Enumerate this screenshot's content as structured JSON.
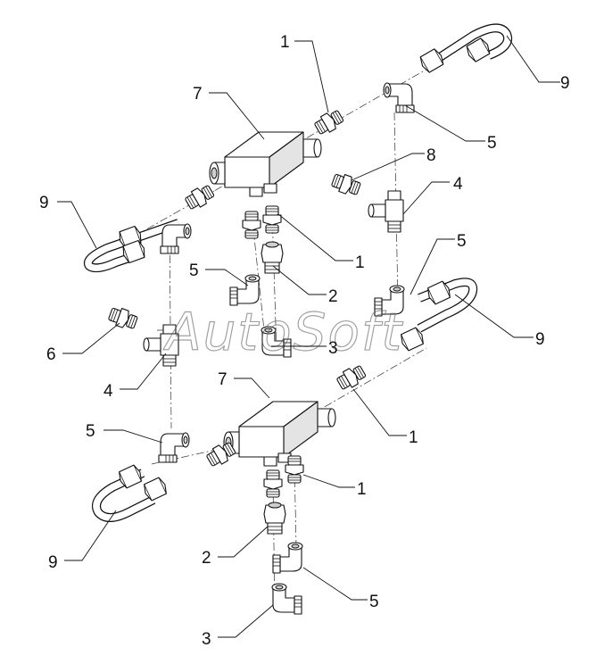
{
  "diagram": {
    "watermark": "AutoSoft",
    "callouts": [
      {
        "id": "c1a",
        "label": "1"
      },
      {
        "id": "c9a",
        "label": "9"
      },
      {
        "id": "c7a",
        "label": "7"
      },
      {
        "id": "c5a",
        "label": "5"
      },
      {
        "id": "c8",
        "label": "8"
      },
      {
        "id": "c4a",
        "label": "4"
      },
      {
        "id": "c9b",
        "label": "9"
      },
      {
        "id": "c1b",
        "label": "1"
      },
      {
        "id": "c5b",
        "label": "5"
      },
      {
        "id": "c5c",
        "label": "5"
      },
      {
        "id": "c2a",
        "label": "2"
      },
      {
        "id": "c9c",
        "label": "9"
      },
      {
        "id": "c6",
        "label": "6"
      },
      {
        "id": "c3a",
        "label": "3"
      },
      {
        "id": "c4b",
        "label": "4"
      },
      {
        "id": "c7b",
        "label": "7"
      },
      {
        "id": "c1c",
        "label": "1"
      },
      {
        "id": "c5d",
        "label": "5"
      },
      {
        "id": "c1d",
        "label": "1"
      },
      {
        "id": "c9d",
        "label": "9"
      },
      {
        "id": "c2b",
        "label": "2"
      },
      {
        "id": "c5e",
        "label": "5"
      },
      {
        "id": "c3b",
        "label": "3"
      }
    ]
  }
}
